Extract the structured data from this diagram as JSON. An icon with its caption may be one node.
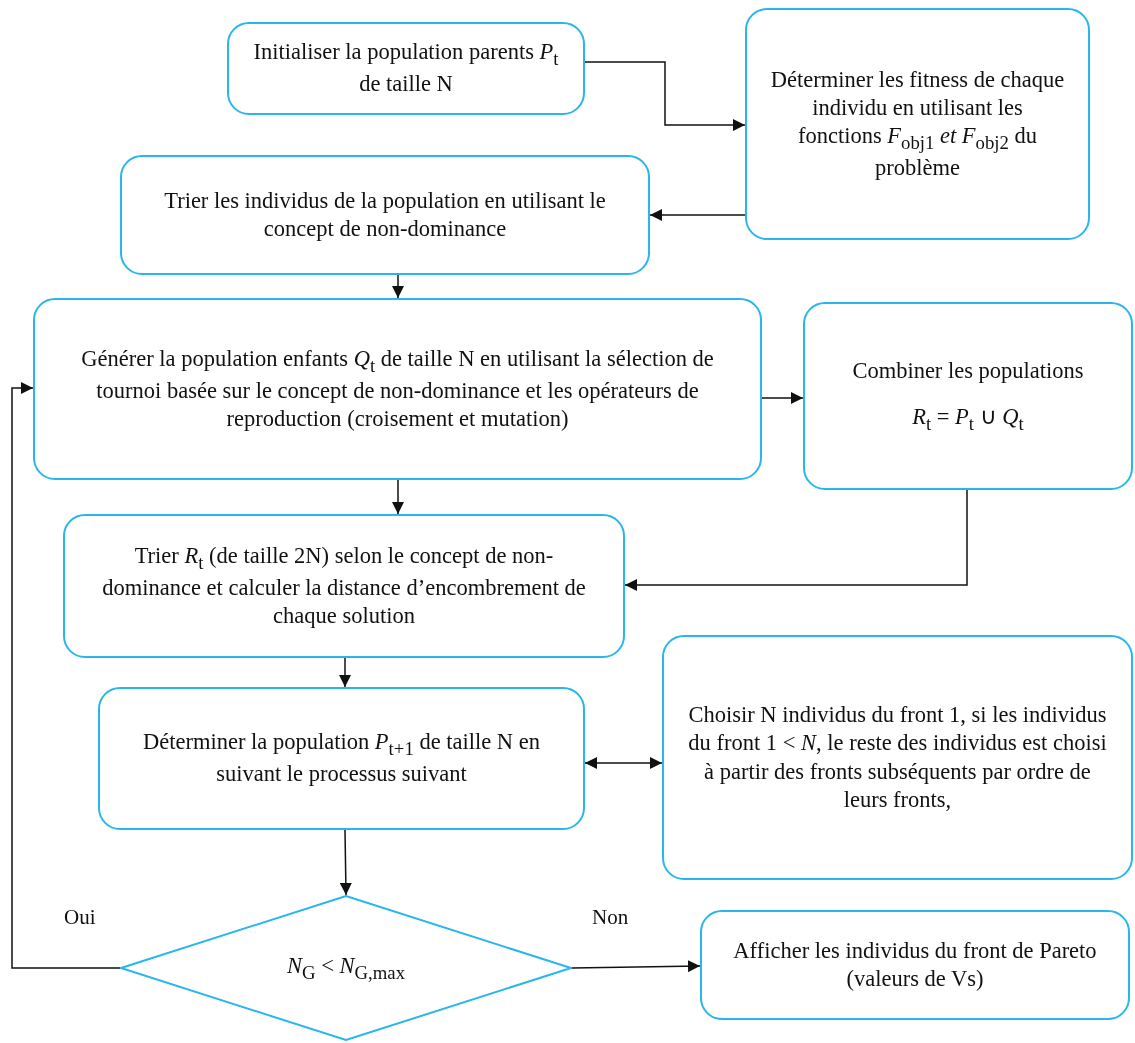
{
  "diagram": {
    "nodes": [
      {
        "text": [
          "Initialiser la population parents *P*$_{t}$ de taille N"
        ]
      },
      {
        "text": [
          "Déterminer les fitness de chaque individu en utilisant les fonctions *F*$_{obj1}$ *et F*$_{obj2}$ du problème"
        ]
      },
      {
        "text": [
          "Trier les individus de la population en utilisant le concept de non-dominance"
        ]
      },
      {
        "text": [
          "Générer la population enfants *Q*$_{t}$  de taille N en utilisant la sélection de tournoi basée sur le concept de non-dominance et les opérateurs de reproduction (croisement et mutation)"
        ]
      },
      {
        "text": [
          "Combiner les populations",
          "*R*$_{t}$ = *P*$_{t}$ ∪ *Q*$_{t}$"
        ]
      },
      {
        "text": [
          "Trier  *R*$_{t}$ (de taille 2N) selon le concept de non- dominance et calculer la distance d’encombrement de chaque solution"
        ]
      },
      {
        "text": [
          "Déterminer la population *P*$_{t+1}$ de taille N en suivant le processus suivant"
        ]
      },
      {
        "text": [
          "Choisir N individus du front 1, si les individus du front 1 < *N*, le reste des individus est choisi à partir des fronts subséquents par ordre de leurs fronts,"
        ]
      },
      {
        "text": [
          "*N*$_{G}$  < *N*$_{G,max}$"
        ]
      },
      {
        "text": [
          "Afficher les individus du front de Pareto (valeurs de Vs)"
        ]
      }
    ],
    "edges": [
      {
        "from": 0,
        "to": 1,
        "arrow": "to"
      },
      {
        "from": 1,
        "to": 2,
        "arrow": "to"
      },
      {
        "from": 2,
        "to": 3,
        "arrow": "to"
      },
      {
        "from": 3,
        "to": 4,
        "arrow": "to"
      },
      {
        "from": 3,
        "to": 5,
        "arrow": "to"
      },
      {
        "from": 4,
        "to": 5,
        "arrow": "to"
      },
      {
        "from": 5,
        "to": 6,
        "arrow": "to"
      },
      {
        "from": 6,
        "to": 7,
        "arrow": "both"
      },
      {
        "from": 6,
        "to": 8,
        "arrow": "to"
      },
      {
        "from": 8,
        "to": 3,
        "arrow": "to",
        "label": "Oui"
      },
      {
        "from": 8,
        "to": 9,
        "arrow": "to",
        "label": "Non"
      }
    ]
  }
}
